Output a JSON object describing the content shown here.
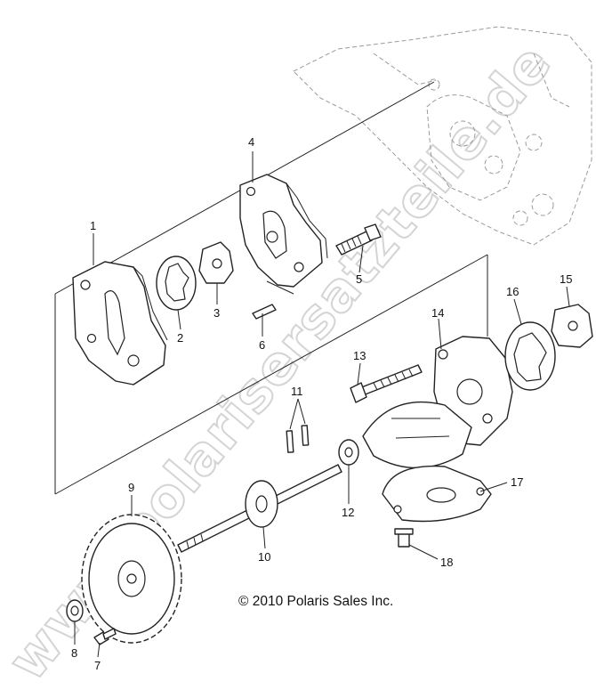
{
  "diagram": {
    "watermark": "www.polarisersatzteile.de",
    "copyright": "© 2010 Polaris Sales Inc.",
    "callouts": [
      "1",
      "2",
      "3",
      "4",
      "5",
      "6",
      "7",
      "8",
      "9",
      "10",
      "11",
      "12",
      "13",
      "14",
      "15",
      "16",
      "17",
      "18"
    ]
  }
}
